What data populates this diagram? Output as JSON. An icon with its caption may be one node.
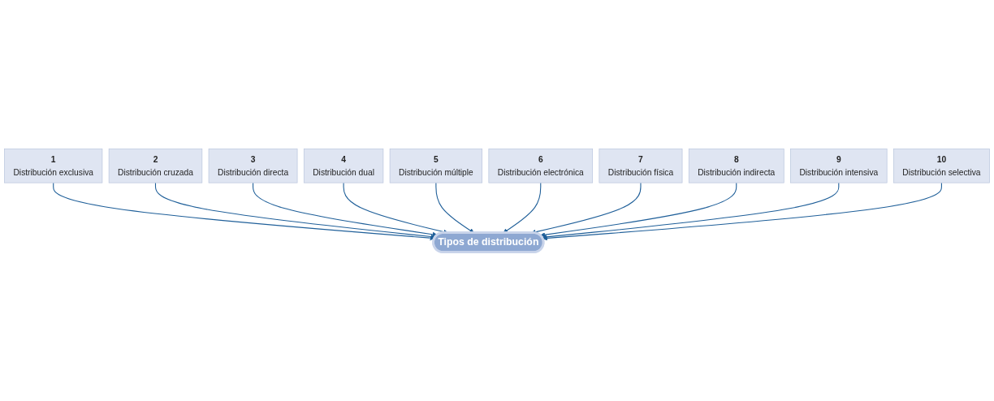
{
  "diagram": {
    "nodes": [
      {
        "text": [
          "1",
          "Distribución exclusiva"
        ]
      },
      {
        "text": [
          "2",
          "Distribución cruzada"
        ]
      },
      {
        "text": [
          "3",
          "Distribución directa"
        ]
      },
      {
        "text": [
          "4",
          "Distribución dual"
        ]
      },
      {
        "text": [
          "5",
          "Distribución múltiple"
        ]
      },
      {
        "text": [
          "6",
          "Distribución electrónica"
        ]
      },
      {
        "text": [
          "7",
          "Distribución física"
        ]
      },
      {
        "text": [
          "8",
          "Distribución indirecta"
        ]
      },
      {
        "text": [
          "9",
          "Distribución intensiva"
        ]
      },
      {
        "text": [
          "10",
          "Distribución selectiva"
        ]
      },
      {
        "text": [
          "Tipos de distribución"
        ]
      }
    ],
    "edges": [
      {
        "from": 0,
        "to": 10,
        "arrow": "to"
      },
      {
        "from": 1,
        "to": 10,
        "arrow": "to"
      },
      {
        "from": 2,
        "to": 10,
        "arrow": "to"
      },
      {
        "from": 3,
        "to": 10,
        "arrow": "to"
      },
      {
        "from": 4,
        "to": 10,
        "arrow": "to"
      },
      {
        "from": 5,
        "to": 10,
        "arrow": "to"
      },
      {
        "from": 6,
        "to": 10,
        "arrow": "to"
      },
      {
        "from": 7,
        "to": 10,
        "arrow": "to"
      },
      {
        "from": 8,
        "to": 10,
        "arrow": "to"
      },
      {
        "from": 9,
        "to": 10,
        "arrow": "to"
      }
    ]
  }
}
